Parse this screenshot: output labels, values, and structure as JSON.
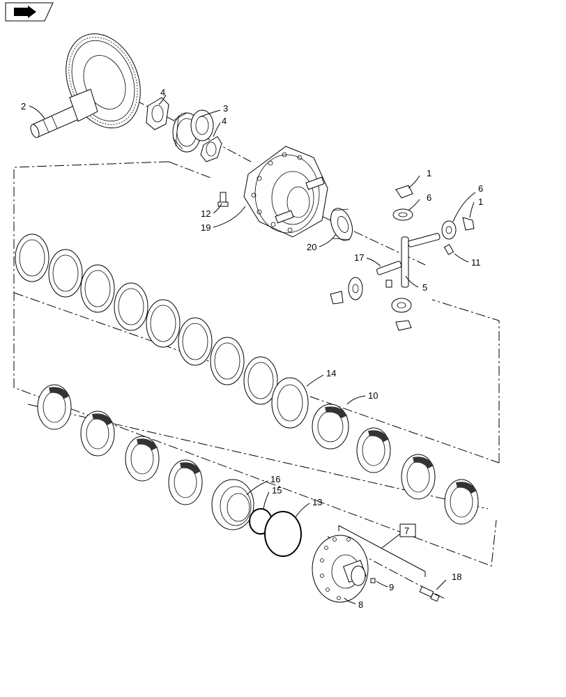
{
  "callouts": {
    "c2": "2",
    "c4a": "4",
    "c3": "3",
    "c4b": "4",
    "c12": "12",
    "c19": "19",
    "c20": "20",
    "c1a": "1",
    "c6a": "6",
    "c6b": "6",
    "c1b": "1",
    "c17": "17",
    "c11": "11",
    "c5": "5",
    "c14": "14",
    "c10": "10",
    "c16": "16",
    "c15": "15",
    "c13": "13",
    "c7": "7",
    "c18": "18",
    "c9": "9",
    "c8": "8"
  },
  "icons": {
    "corner_badge": "arrow-page-icon"
  }
}
